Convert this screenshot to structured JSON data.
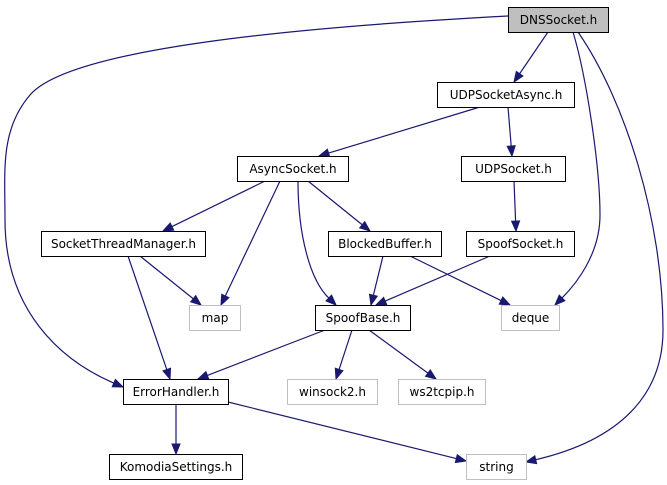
{
  "colors": {
    "edge": "#191970",
    "root_fill": "#bfbfbf",
    "node_fill": "#ffffff",
    "node_border": "#000000",
    "external_border": "#bfbfbf",
    "background": "#ffffff"
  },
  "nodes": [
    {
      "id": "dnssocket",
      "label": "DNSSocket.h",
      "kind": "root"
    },
    {
      "id": "udpsocketasync",
      "label": "UDPSocketAsync.h",
      "kind": "project"
    },
    {
      "id": "asyncsocket",
      "label": "AsyncSocket.h",
      "kind": "project"
    },
    {
      "id": "udpsocket",
      "label": "UDPSocket.h",
      "kind": "project"
    },
    {
      "id": "socketthreadmanager",
      "label": "SocketThreadManager.h",
      "kind": "project"
    },
    {
      "id": "blockedbuffer",
      "label": "BlockedBuffer.h",
      "kind": "project"
    },
    {
      "id": "spoofsocket",
      "label": "SpoofSocket.h",
      "kind": "project"
    },
    {
      "id": "map",
      "label": "map",
      "kind": "external"
    },
    {
      "id": "spoofbase",
      "label": "SpoofBase.h",
      "kind": "project"
    },
    {
      "id": "deque",
      "label": "deque",
      "kind": "external"
    },
    {
      "id": "errorhandler",
      "label": "ErrorHandler.h",
      "kind": "project"
    },
    {
      "id": "winsock2",
      "label": "winsock2.h",
      "kind": "external"
    },
    {
      "id": "ws2tcpip",
      "label": "ws2tcpip.h",
      "kind": "external"
    },
    {
      "id": "komodiasettings",
      "label": "KomodiaSettings.h",
      "kind": "project"
    },
    {
      "id": "string",
      "label": "string",
      "kind": "external"
    }
  ],
  "edges": [
    {
      "from": "dnssocket",
      "to": "udpsocketasync"
    },
    {
      "from": "dnssocket",
      "to": "errorhandler"
    },
    {
      "from": "dnssocket",
      "to": "deque"
    },
    {
      "from": "dnssocket",
      "to": "string"
    },
    {
      "from": "udpsocketasync",
      "to": "asyncsocket"
    },
    {
      "from": "udpsocketasync",
      "to": "udpsocket"
    },
    {
      "from": "asyncsocket",
      "to": "socketthreadmanager"
    },
    {
      "from": "asyncsocket",
      "to": "map"
    },
    {
      "from": "asyncsocket",
      "to": "blockedbuffer"
    },
    {
      "from": "asyncsocket",
      "to": "spoofbase"
    },
    {
      "from": "udpsocket",
      "to": "spoofsocket"
    },
    {
      "from": "socketthreadmanager",
      "to": "map"
    },
    {
      "from": "socketthreadmanager",
      "to": "errorhandler"
    },
    {
      "from": "blockedbuffer",
      "to": "spoofbase"
    },
    {
      "from": "blockedbuffer",
      "to": "deque"
    },
    {
      "from": "spoofsocket",
      "to": "spoofbase"
    },
    {
      "from": "spoofbase",
      "to": "errorhandler"
    },
    {
      "from": "spoofbase",
      "to": "winsock2"
    },
    {
      "from": "spoofbase",
      "to": "ws2tcpip"
    },
    {
      "from": "errorhandler",
      "to": "komodiasettings"
    },
    {
      "from": "errorhandler",
      "to": "string"
    }
  ]
}
